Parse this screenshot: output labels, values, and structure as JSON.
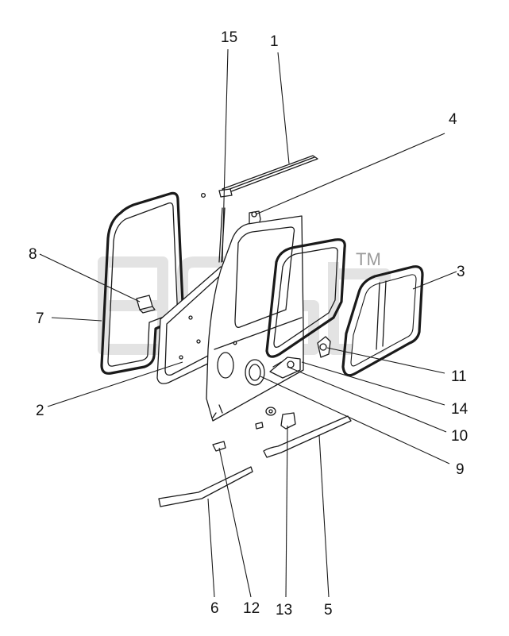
{
  "watermark": {
    "mark": "TM"
  },
  "callouts": [
    {
      "id": "1",
      "label": "1"
    },
    {
      "id": "2",
      "label": "2"
    },
    {
      "id": "3",
      "label": "3"
    },
    {
      "id": "4",
      "label": "4"
    },
    {
      "id": "5",
      "label": "5"
    },
    {
      "id": "6",
      "label": "6"
    },
    {
      "id": "7",
      "label": "7"
    },
    {
      "id": "8",
      "label": "8"
    },
    {
      "id": "9",
      "label": "9"
    },
    {
      "id": "10",
      "label": "10"
    },
    {
      "id": "11",
      "label": "11"
    },
    {
      "id": "12",
      "label": "12"
    },
    {
      "id": "13",
      "label": "13"
    },
    {
      "id": "14",
      "label": "14"
    },
    {
      "id": "15",
      "label": "15"
    }
  ]
}
